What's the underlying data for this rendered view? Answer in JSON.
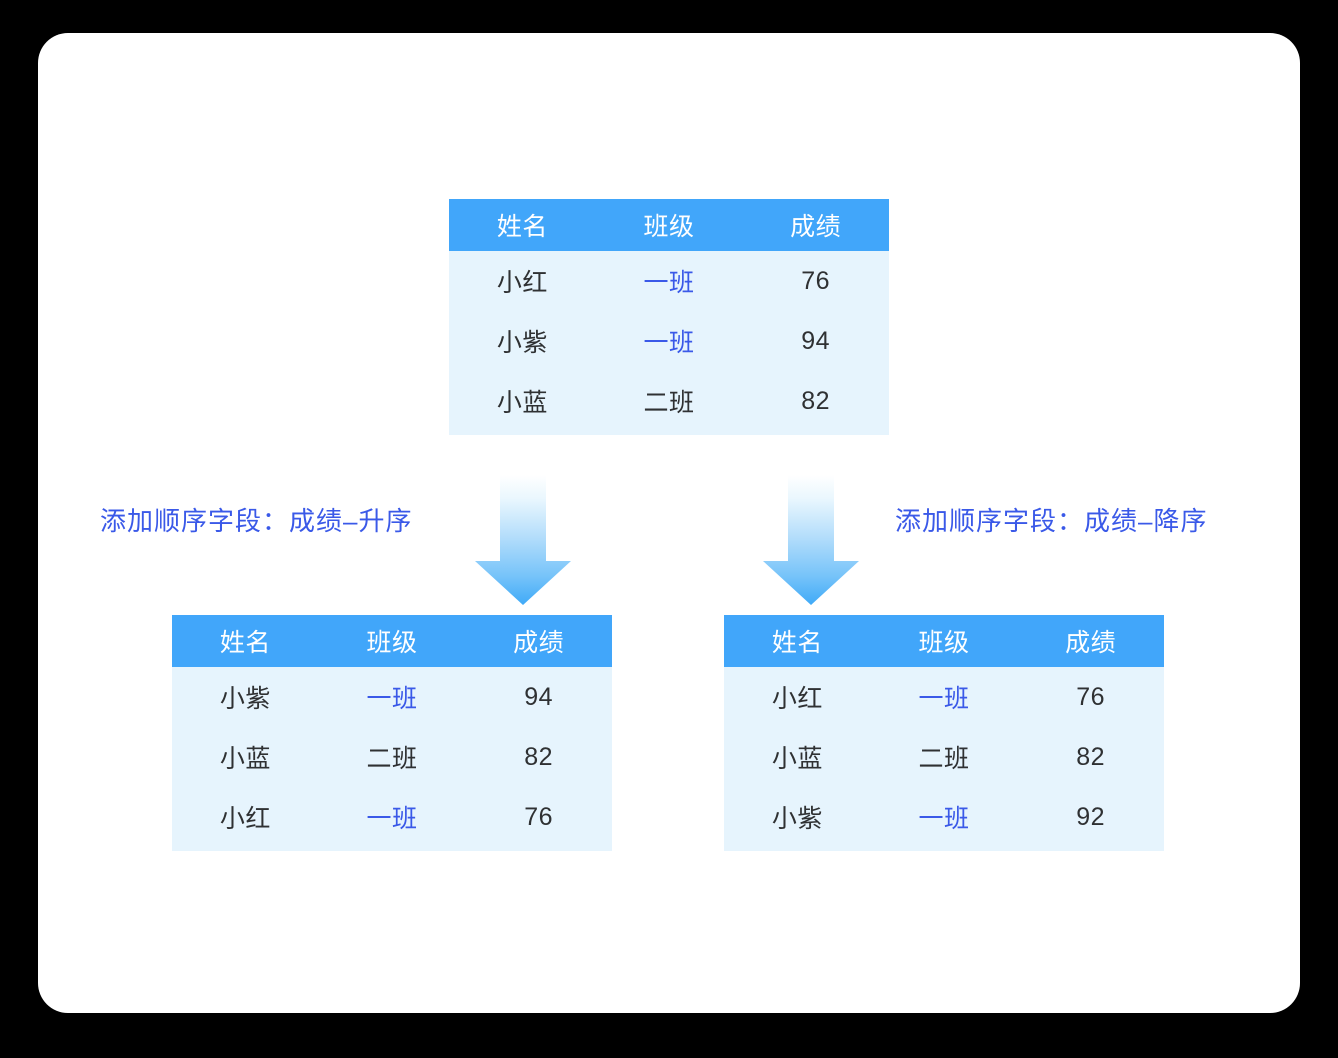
{
  "theme": {
    "card_background": "#ffffff",
    "page_background": "#000000",
    "header_blue": "#41a6fa",
    "row_background": "#e6f4fd",
    "text_dark": "#2f3133",
    "accent_blue": "#3a59e8",
    "arrow_gradient_top": "#ffffff",
    "arrow_gradient_bottom": "#3faaf8"
  },
  "columns": [
    "姓名",
    "班级",
    "成绩"
  ],
  "source_table": {
    "name": "source-table",
    "headers": [
      "姓名",
      "班级",
      "成绩"
    ],
    "rows": [
      {
        "name": "小红",
        "class": "一班",
        "class_accent": true,
        "score": "76"
      },
      {
        "name": "小紫",
        "class": "一班",
        "class_accent": true,
        "score": "94"
      },
      {
        "name": "小蓝",
        "class": "二班",
        "class_accent": false,
        "score": "82"
      }
    ]
  },
  "ascending": {
    "caption": "添加顺序字段：成绩–升序",
    "arrow": "down-arrow-icon",
    "table": {
      "name": "ascending-result-table",
      "headers": [
        "姓名",
        "班级",
        "成绩"
      ],
      "rows": [
        {
          "name": "小紫",
          "class": "一班",
          "class_accent": true,
          "score": "94"
        },
        {
          "name": "小蓝",
          "class": "二班",
          "class_accent": false,
          "score": "82"
        },
        {
          "name": "小红",
          "class": "一班",
          "class_accent": true,
          "score": "76"
        }
      ]
    }
  },
  "descending": {
    "caption": "添加顺序字段：成绩–降序",
    "arrow": "down-arrow-icon",
    "table": {
      "name": "descending-result-table",
      "headers": [
        "姓名",
        "班级",
        "成绩"
      ],
      "rows": [
        {
          "name": "小红",
          "class": "一班",
          "class_accent": true,
          "score": "76"
        },
        {
          "name": "小蓝",
          "class": "二班",
          "class_accent": false,
          "score": "82"
        },
        {
          "name": "小紫",
          "class": "一班",
          "class_accent": true,
          "score": "92"
        }
      ]
    }
  }
}
